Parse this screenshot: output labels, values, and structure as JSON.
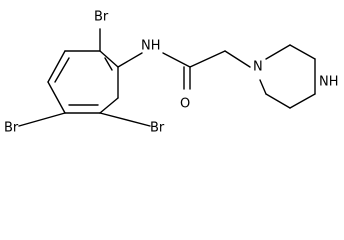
{
  "diagram": {
    "labels": {
      "br_top": "Br",
      "br_left": "Br",
      "br_bottom": "Br",
      "nh_amide": "NH",
      "carbonyl_o": "O",
      "ring_n": "N",
      "ring_nh": "NH"
    }
  }
}
